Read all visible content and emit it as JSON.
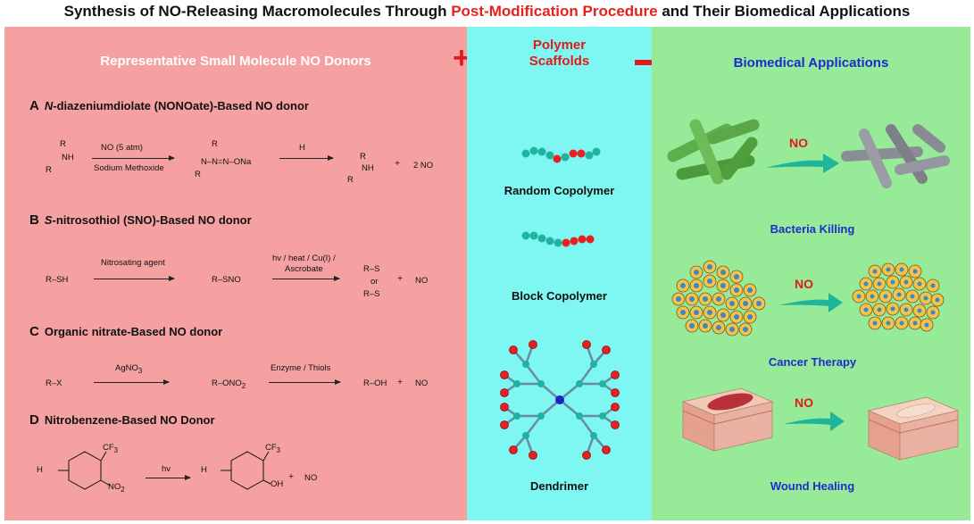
{
  "title": {
    "part1": "Synthesis of NO-Releasing Macromolecules Through ",
    "highlight": "Post-Modification Procedure",
    "part2": " and Their Biomedical Applications"
  },
  "left_panel": {
    "heading": "Representative Small Molecule NO Donors",
    "sections": [
      {
        "letter": "A",
        "italic": "N",
        "label": "-diazeniumdiolate (NONOate)-Based NO donor"
      },
      {
        "letter": "B",
        "italic": "S",
        "label": "-nitrosothiol (SNO)-Based NO donor"
      },
      {
        "letter": "C",
        "italic": "",
        "label": "Organic nitrate-Based NO donor"
      },
      {
        "letter": "D",
        "italic": "",
        "label": "Nitrobenzene-Based NO Donor"
      }
    ],
    "reaction_a": {
      "reagent_top": "NO (5 atm)",
      "reagent_bottom": "Sodium Methoxide",
      "reagent2": "H",
      "plus": "+",
      "product": "2 NO",
      "amine_label": "NH",
      "nonoate_label": "N–N=N–ONa",
      "R": "R"
    },
    "reaction_b": {
      "start": "R–SH",
      "reagent1": "Nitrosating agent",
      "intermediate": "R–SNO",
      "reagent2_line1": "hv / heat / Cu(I) /",
      "reagent2_line2": "Ascrobate",
      "product_top": "R–S",
      "product_or": "or",
      "product_bottom": "R–S",
      "plus": "+",
      "no": "NO"
    },
    "reaction_c": {
      "start": "R–X",
      "reagent1": "AgNO",
      "intermediate": "R–ONO",
      "reagent2": "Enzyme / Thiols",
      "product": "R–OH",
      "plus": "+",
      "no": "NO"
    },
    "reaction_d": {
      "cf3": "CF",
      "no2": "NO",
      "reagent": "hv",
      "oh": "OH",
      "nh": "H",
      "plus": "+",
      "no": "NO"
    }
  },
  "plus_sign": "+",
  "middle_panel": {
    "heading_line1": "Polymer",
    "heading_line2": "Scaffolds",
    "items": [
      "Random Copolymer",
      "Block Copolymer",
      "Dendrimer"
    ]
  },
  "right_panel": {
    "heading": "Biomedical Applications",
    "no_label": "NO",
    "items": [
      "Bacteria Killing",
      "Cancer Therapy",
      "Wound Healing"
    ]
  },
  "colors": {
    "left_bg": "#f6a1a1",
    "mid_bg": "#7ef6f2",
    "right_bg": "#97ea97",
    "accent_red": "#e31a1a",
    "accent_blue": "#1f2bd0"
  }
}
